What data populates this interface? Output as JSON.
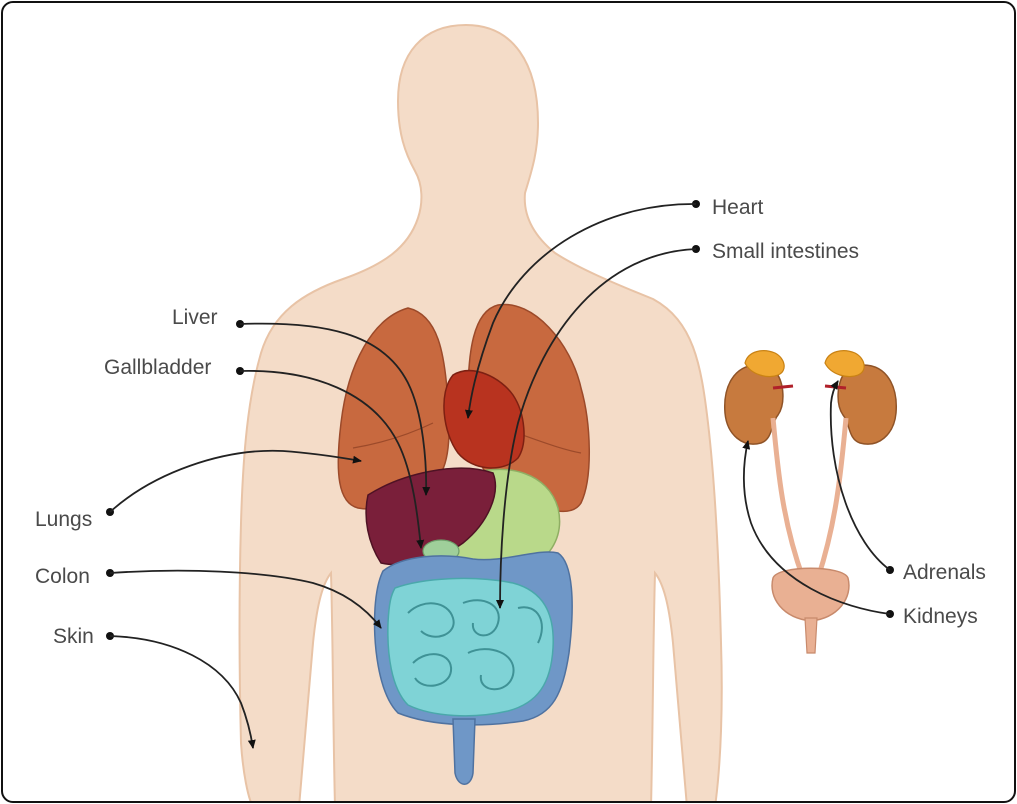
{
  "labels": {
    "heart": "Heart",
    "small_intestines": "Small intestines",
    "liver": "Liver",
    "gallbladder": "Gallbladder",
    "lungs": "Lungs",
    "colon": "Colon",
    "skin": "Skin",
    "adrenals": "Adrenals",
    "kidneys": "Kidneys"
  },
  "colors": {
    "skin": "#f4dcc8",
    "skin_outline": "#e8c3a6",
    "lung": "#c8693f",
    "heart": "#b8331f",
    "liver": "#7a1f3a",
    "stomach": "#b9d98a",
    "gallbladder": "#9fcf9a",
    "intestine": "#7fd3d6",
    "colon": "#6f97c7",
    "kidney": "#c77a3e",
    "adrenal": "#f0a832",
    "bladder": "#e9b093",
    "leader": "#222222"
  }
}
